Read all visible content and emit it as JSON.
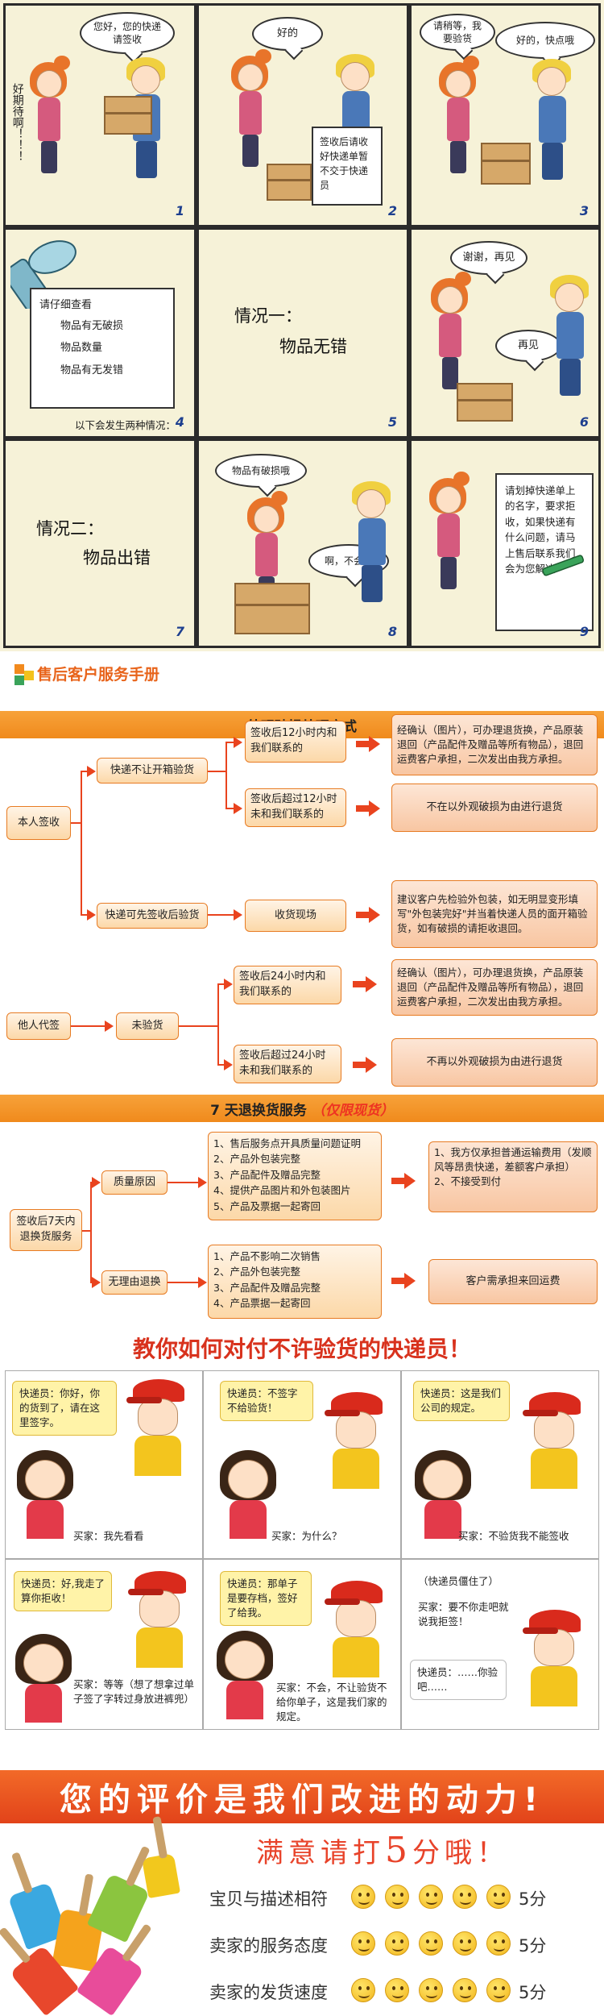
{
  "comic": {
    "p1": {
      "bubble": "您好，您的快递请签收",
      "side": "好期待啊！！！",
      "num": "1"
    },
    "p2": {
      "bubble": "好的",
      "note": "签收后请收好快递单暂不交于快递员",
      "num": "2"
    },
    "p3": {
      "bubble_girl": "请稍等，我要验货",
      "bubble_boy": "好的，快点哦",
      "num": "3"
    },
    "p4": {
      "paper_title": "请仔细查看",
      "items": [
        "物品有无破损",
        "物品数量",
        "物品有无发错"
      ],
      "footer": "以下会发生两种情况：",
      "num": "4"
    },
    "p5": {
      "line1": "情况一：",
      "line2": "物品无错",
      "num": "5"
    },
    "p6": {
      "bubble_girl": "谢谢，再见",
      "bubble_boy": "再见",
      "num": "6"
    },
    "p7": {
      "line1": "情况二：",
      "line2": "物品出错",
      "num": "7"
    },
    "p8": {
      "bubble_girl": "物品有破损哦",
      "bubble_boy": "啊，不会吧",
      "num": "8"
    },
    "p9": {
      "note": "请划掉快递单上的名字，要求拒收，如果快递有什么问题，请马上售后联系我们会为您解决",
      "num": "9"
    }
  },
  "manual": {
    "title": "售后客户服务手册"
  },
  "section1": {
    "title": "外观破损处理方式",
    "self_sign": "本人签收",
    "branch_a": "快递不让开箱验货",
    "branch_a1": "签收后12小时内和我们联系的",
    "branch_a1_result": "经确认（图片），可办理退货换，产品原装退回（产品配件及赠品等所有物品），退回运费客户承担，二次发出由我方承担。",
    "branch_a2": "签收后超过12小时未和我们联系的",
    "branch_a2_result": "不在以外观破损为由进行退货",
    "branch_b": "快递可先签收后验货",
    "branch_b1": "收货现场",
    "branch_b1_result": "建议客户先检验外包装，如无明显变形填写\"外包装完好\"并当着快递人员的面开箱验货，如有破损的请拒收退回。",
    "proxy_sign": "他人代签",
    "proxy_mid": "未验货",
    "branch_c1": "签收后24小时内和我们联系的",
    "branch_c1_result": "经确认（图片），可办理退货换，产品原装退回（产品配件及赠品等所有物品），退回运费客户承担，二次发出由我方承担。",
    "branch_c2": "签收后超过24小时未和我们联系的",
    "branch_c2_result": "不再以外观破损为由进行退货"
  },
  "section2": {
    "title": "7 天退换货服务",
    "title_note": "（仅限现货）",
    "root": "签收后7天内退换货服务",
    "quality": "质量原因",
    "quality_list": [
      "1、售后服务点开具质量问题证明",
      "2、产品外包装完整",
      "3、产品配件及赠品完整",
      "4、提供产品图片和外包装图片",
      "5、产品及票据一起寄回"
    ],
    "quality_result": [
      "1、我方仅承担普通运输费用（发顺风等昂贵快递，差额客户承担）",
      "2、不接受到付"
    ],
    "noreason": "无理由退换",
    "noreason_list": [
      "1、产品不影响二次销售",
      "2、产品外包装完整",
      "3、产品配件及赠品完整",
      "4、产品票据一起寄回"
    ],
    "noreason_result": "客户需承担来回运费"
  },
  "courier": {
    "title": "教你如何对付不许验货的快递员！",
    "c1": {
      "bubble": "快递员：你好，你的货到了，请在这里签字。",
      "text": "买家：我先看看"
    },
    "c2": {
      "bubble": "快递员：不签字不给验货！",
      "text": "买家：为什么？"
    },
    "c3": {
      "bubble": "快递员：这是我们公司的规定。",
      "text": "买家：不验货我不能签收"
    },
    "c4": {
      "bubble": "快递员：好,我走了算你拒收！",
      "text": "买家：等等（想了想拿过单子签了字转过身放进裤兜）"
    },
    "c5": {
      "bubble": "快递员：那单子是要存档，签好了给我。",
      "text": "买家：不会，不让验货不给你单子，这是我们家的规定。"
    },
    "c6": {
      "top": "（快递员僵住了）",
      "buyer": "买家：要不你走吧就说我拒签！",
      "bubble": "快递员：……你验吧……"
    }
  },
  "review": {
    "banner": "您的评价是我们改进的动力!",
    "ask": "满意请打",
    "ask_num": "5",
    "ask_end": "分哦！",
    "rows": [
      {
        "label": "宝贝与描述相符",
        "score": "5分"
      },
      {
        "label": "卖家的服务态度",
        "score": "5分"
      },
      {
        "label": "卖家的发货速度",
        "score": "5分"
      }
    ]
  }
}
